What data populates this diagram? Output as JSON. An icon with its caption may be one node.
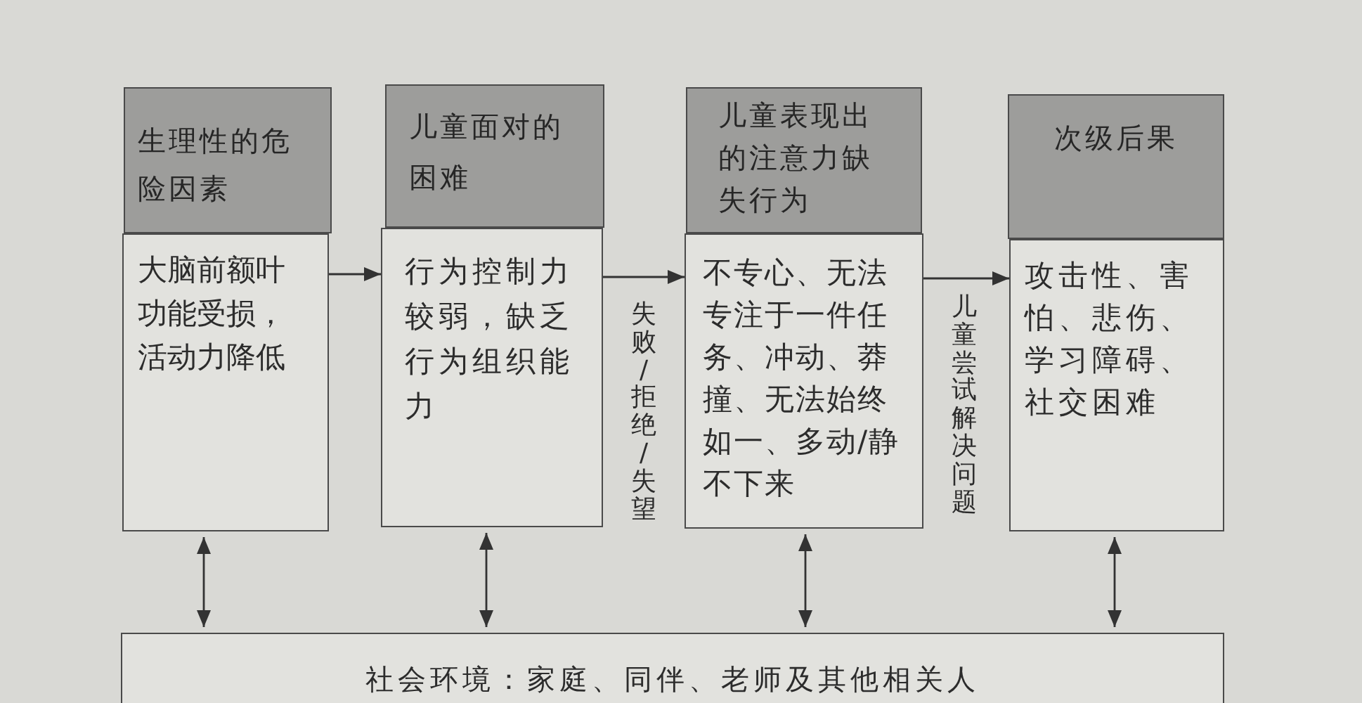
{
  "diagram": {
    "nodes": [
      {
        "text": [
          "生理性的危险因素"
        ]
      },
      {
        "text": [
          "儿童面对的困难"
        ]
      },
      {
        "text": [
          "儿童表现出的注意力缺失行为"
        ]
      },
      {
        "text": [
          "次级后果"
        ]
      },
      {
        "text": [
          "大脑前额叶功能受损，活动力降低"
        ]
      },
      {
        "text": [
          "行为控制力较弱，缺乏行为组织能力"
        ]
      },
      {
        "text": [
          "不专心、无法专注于一件任务、冲动、莽撞、无法始终如一、多动/静不下来"
        ]
      },
      {
        "text": [
          "攻击性、害怕、悲伤、学习障碍、社交困难"
        ]
      },
      {
        "text": [
          "社会环境：家庭、同伴、老师及其他相关人"
        ]
      }
    ],
    "edges": [
      {
        "from": 4,
        "to": 5,
        "arrow": "to"
      },
      {
        "from": 5,
        "to": 6,
        "arrow": "to",
        "label": "失败/拒绝/失望"
      },
      {
        "from": 6,
        "to": 7,
        "arrow": "to",
        "label": "儿童尝试解决问题"
      },
      {
        "from": 4,
        "to": 8,
        "arrow": "both"
      },
      {
        "from": 5,
        "to": 8,
        "arrow": "both"
      },
      {
        "from": 6,
        "to": 8,
        "arrow": "both"
      },
      {
        "from": 7,
        "to": 8,
        "arrow": "both"
      }
    ]
  }
}
